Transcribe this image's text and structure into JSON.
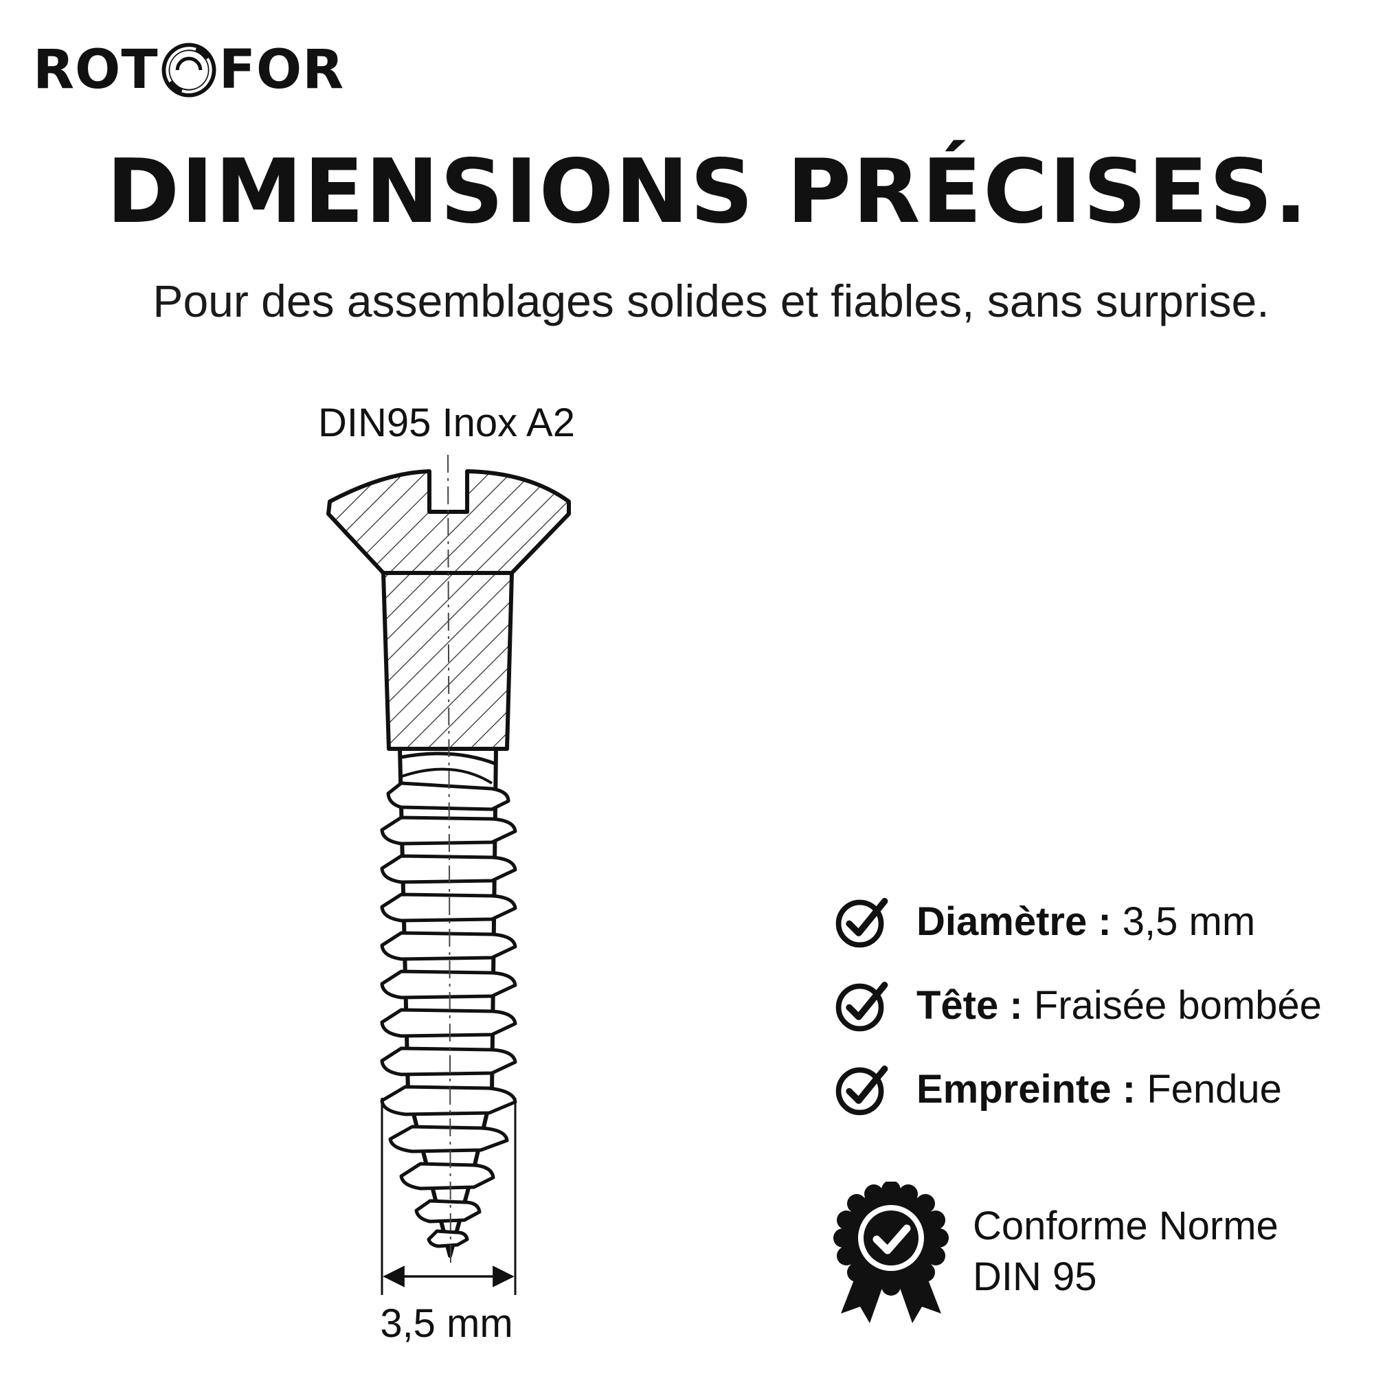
{
  "logo": {
    "left": "ROT",
    "right": "FOR"
  },
  "heading": {
    "title": "DIMENSIONS PRÉCISES.",
    "subtitle": "Pour des assemblages solides et fiables, sans surprise."
  },
  "screw": {
    "label": "DIN95 Inox A2",
    "diameter_label": "3,5 mm"
  },
  "features": [
    {
      "key": "Diamètre :",
      "value": "3,5 mm",
      "icon": "check-circle-icon"
    },
    {
      "key": "Tête :",
      "value": "Fraisée bombée",
      "icon": "check-circle-icon"
    },
    {
      "key": "Empreinte :",
      "value": "Fendue",
      "icon": "check-circle-icon"
    }
  ],
  "certification": {
    "icon": "award-badge-icon",
    "line1": "Conforme Norme",
    "line2": "DIN 95"
  },
  "colors": {
    "ink": "#111111",
    "background": "#ffffff"
  }
}
